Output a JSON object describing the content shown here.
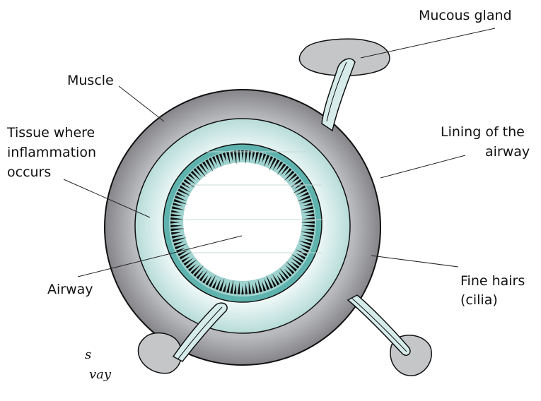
{
  "diagram": {
    "labels": {
      "mucous_gland": "Mucous gland",
      "muscle": "Muscle",
      "tissue_line1": "Tissue where",
      "tissue_line2": "inflammation",
      "tissue_line3": "occurs",
      "lining_line1": "Lining of the",
      "lining_line2": "airway",
      "airway": "Airway",
      "cilia_line1": "Fine hairs",
      "cilia_line2": "(cilia)"
    },
    "cut_off_caption": {
      "line1": "s",
      "line2": "vay"
    },
    "colors": {
      "muscle": "#9e9ea2",
      "tissue": "#d6ecea",
      "lining": "#5fb3ae",
      "lumen": "#ffffff",
      "gland": "#c4c6c8"
    }
  }
}
